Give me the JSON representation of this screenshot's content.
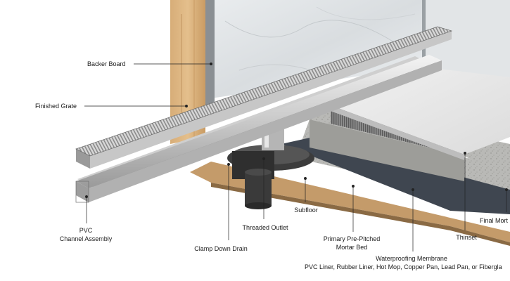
{
  "labels": {
    "backer_board": "Backer Board",
    "finished_grate": "Finished Grate",
    "pvc_channel_line1": "PVC",
    "pvc_channel_line2": "Channel Assembly",
    "threaded_outlet": "Threaded Outlet",
    "clamp_down_drain": "Clamp Down Drain",
    "subfloor": "Subfloor",
    "mortar_bed_line1": "Primary Pre-Pitched",
    "mortar_bed_line2": "Mortar Bed",
    "thinset": "Thinset",
    "final_mortar": "Final Mort",
    "membrane_line1": "Waterproofing Membrane",
    "membrane_line2": "PVC Liner, Rubber Liner, Hot Mop, Copper Pan, Lead Pan, or Fibergla"
  }
}
